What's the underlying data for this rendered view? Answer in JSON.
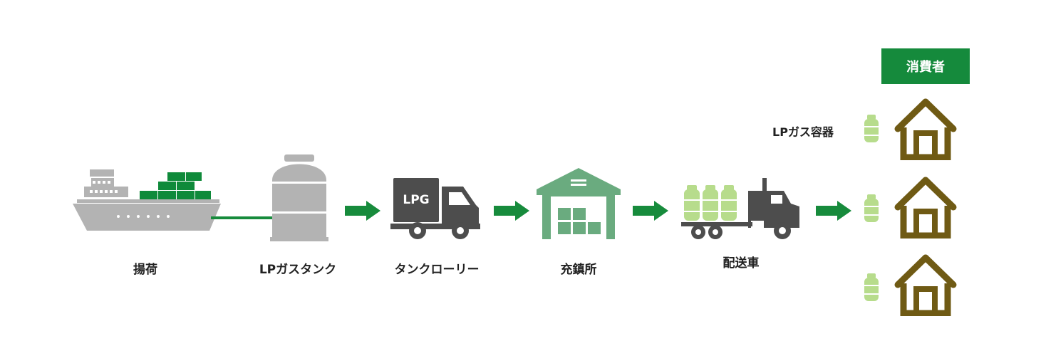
{
  "colors": {
    "ship": "#b3b3b3",
    "container_green": "#0f8a3a",
    "tank": "#b3b3b3",
    "truck": "#4d4d4d",
    "warehouse": "#6aab7f",
    "arrow": "#178b3c",
    "cylinder_light": "#b7dc8c",
    "house": "#6f5a14",
    "header_bg": "#158a3c"
  },
  "stages": {
    "unloading": {
      "label": "揚荷",
      "icon": "ship-icon"
    },
    "lp_tank": {
      "label": "LPガスタンク",
      "icon": "gas-tank-icon"
    },
    "tank_lorry": {
      "label": "タンクローリー",
      "icon": "tank-lorry-icon",
      "truck_text": "LPG"
    },
    "filling_station": {
      "label": "充鎮所",
      "icon": "warehouse-icon"
    },
    "delivery_truck": {
      "label": "配送車",
      "icon": "delivery-truck-icon"
    }
  },
  "consumer": {
    "header": "消費者",
    "container_label": "LPガス容器",
    "houses": [
      "house-icon",
      "house-icon",
      "house-icon"
    ]
  }
}
